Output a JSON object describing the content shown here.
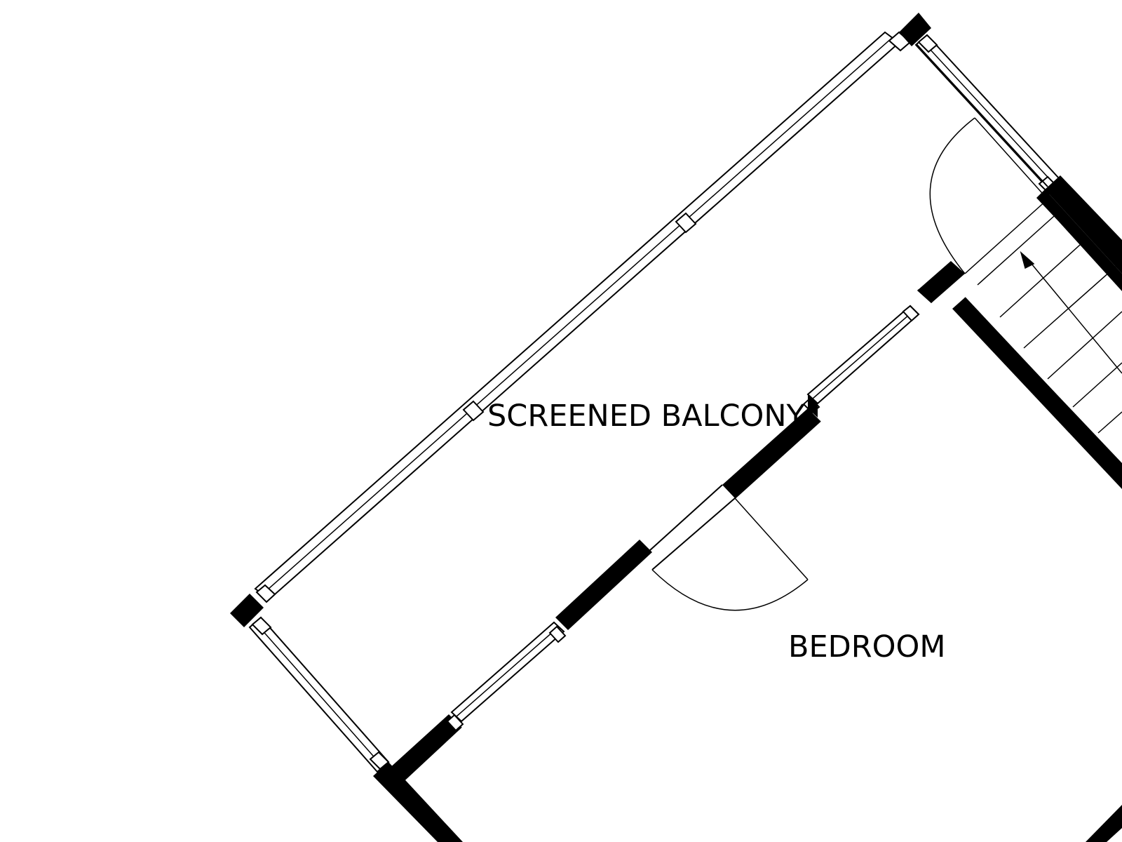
{
  "plan": {
    "rooms": [
      {
        "id": "screened-balcony",
        "label": "SCREENED BALCONY"
      },
      {
        "id": "bedroom",
        "label": "BEDROOM"
      }
    ],
    "colors": {
      "wall": "#000000",
      "background": "#ffffff",
      "line": "#000000"
    },
    "icons": [
      "stair-direction-arrow-icon",
      "door-swing-icon"
    ]
  }
}
